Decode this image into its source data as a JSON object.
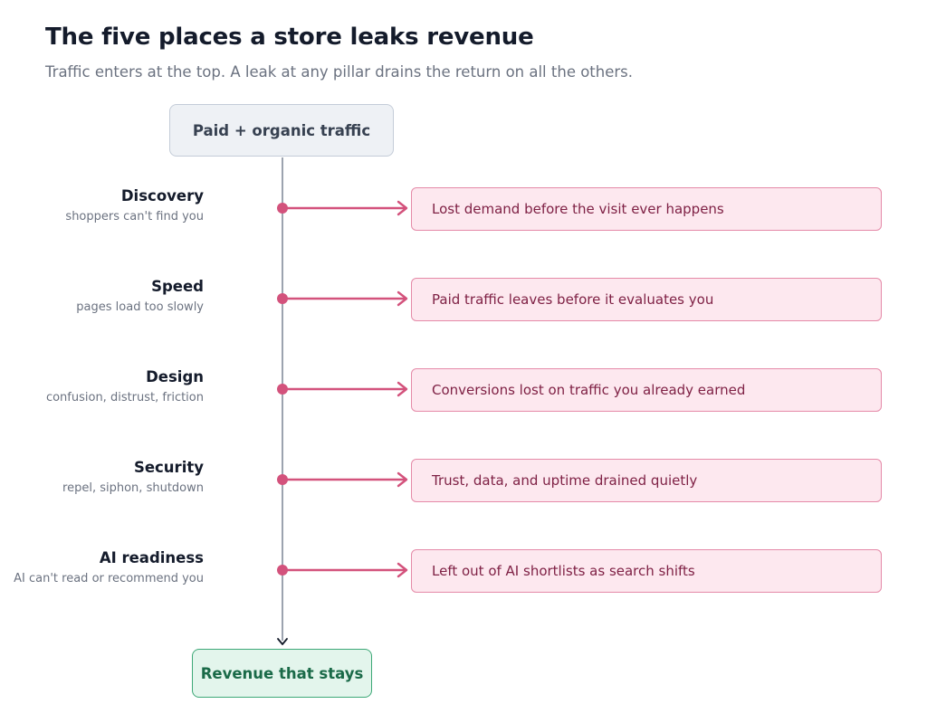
{
  "header": {
    "title": "The five places a store leaks revenue",
    "subtitle": "Traffic enters at the top. A leak at any pillar drains the return on all the others."
  },
  "flow": {
    "source": "Paid + organic traffic",
    "outcome": "Revenue that stays"
  },
  "pillars": [
    {
      "title": "Discovery",
      "subtitle": "shoppers can't find you",
      "leak": "Lost demand before the visit ever happens"
    },
    {
      "title": "Speed",
      "subtitle": "pages load too slowly",
      "leak": "Paid traffic leaves before it evaluates you"
    },
    {
      "title": "Design",
      "subtitle": "confusion, distrust, friction",
      "leak": "Conversions lost on traffic you already earned"
    },
    {
      "title": "Security",
      "subtitle": "repel, siphon, shutdown",
      "leak": "Trust, data, and uptime drained quietly"
    },
    {
      "title": "AI readiness",
      "subtitle": "AI can't read or recommend you",
      "leak": "Left out of AI shortlists as search shifts"
    }
  ],
  "colors": {
    "leak_accent": "#d3527c",
    "leak_fill": "#fde8ef",
    "outcome_accent": "#3da877",
    "outcome_fill": "#e3f5ec",
    "source_fill": "#eef1f5",
    "spine": "#9ca3af"
  }
}
